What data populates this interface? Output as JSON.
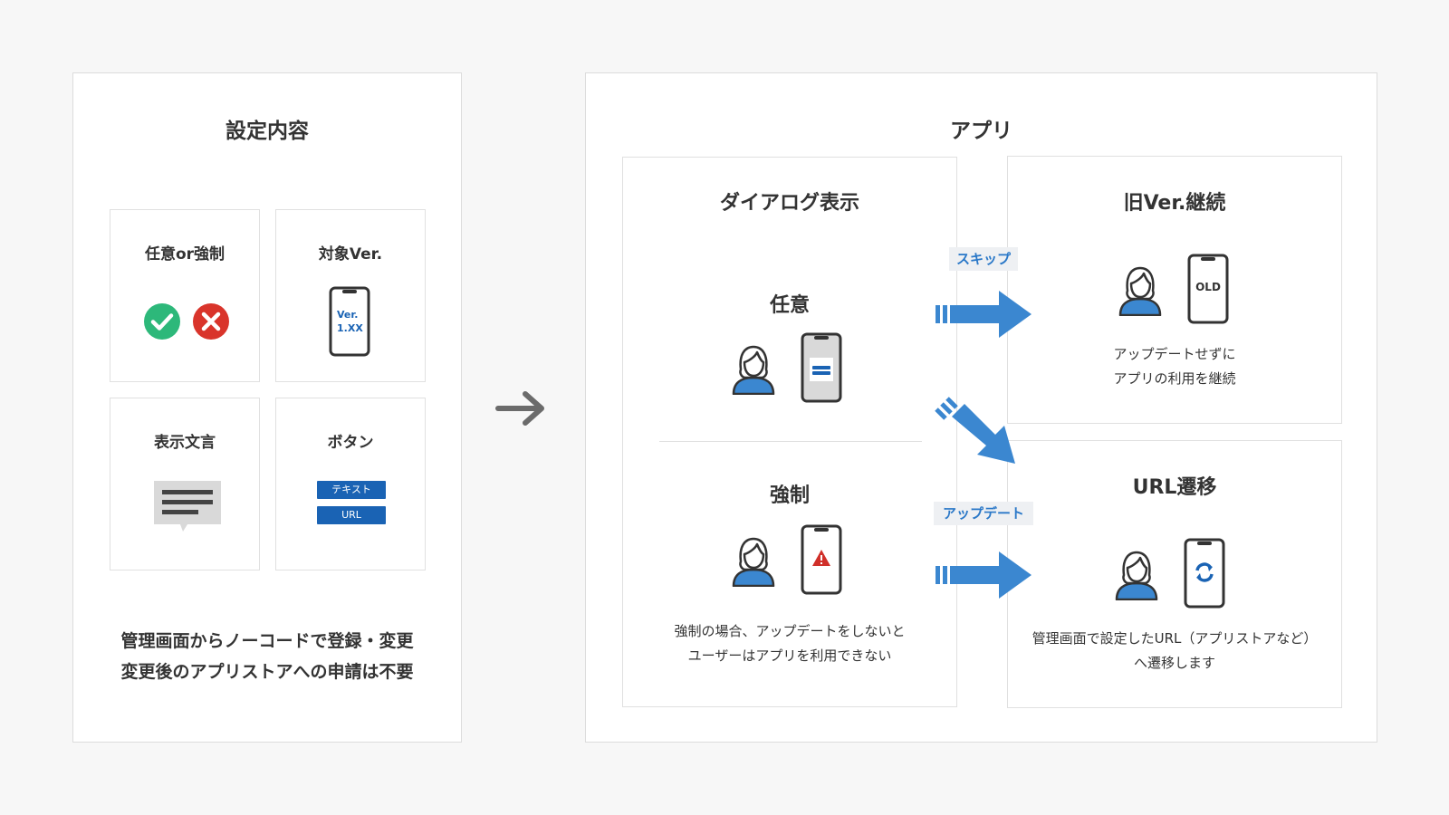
{
  "settings": {
    "title": "設定内容",
    "cards": {
      "mode": {
        "title": "任意or強制"
      },
      "version": {
        "title": "対象Ver.",
        "phone_text_line1": "Ver.",
        "phone_text_line2": "1.XX"
      },
      "message": {
        "title": "表示文言"
      },
      "buttons": {
        "title": "ボタン",
        "btn_text": "テキスト",
        "btn_url": "URL"
      }
    },
    "footer_line1": "管理画面からノーコードで登録・変更",
    "footer_line2": "変更後のアプリストアへの申請は不要"
  },
  "app": {
    "title": "アプリ",
    "dialog": {
      "title": "ダイアログ表示",
      "optional_label": "任意",
      "forced_label": "強制",
      "forced_desc_line1": "強制の場合、アップデートをしないと",
      "forced_desc_line2": "ユーザーはアプリを利用できない"
    },
    "old_version": {
      "title": "旧Ver.継続",
      "phone_text": "OLD",
      "desc_line1": "アップデートせずに",
      "desc_line2": "アプリの利用を継続"
    },
    "url_transition": {
      "title": "URL遷移",
      "desc_line1": "管理画面で設定したURL（アプリストアなど）",
      "desc_line2": "へ遷移します"
    },
    "skip_label": "スキップ",
    "update_label": "アップデート"
  },
  "colors": {
    "accent_blue": "#3b87d0",
    "dark_blue": "#1a63b4",
    "check_green": "#2db87a",
    "cross_red": "#d9342b",
    "warning_red": "#d0302a",
    "arrow_gray": "#6b6b6b"
  }
}
